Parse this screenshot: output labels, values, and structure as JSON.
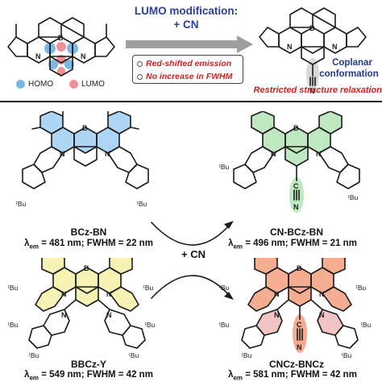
{
  "top": {
    "arrow_title": "LUMO modification:",
    "arrow_subtitle": "+ CN",
    "bullet_1": "Red-shifted emission",
    "bullet_2": "No increase in FWHM",
    "legend_homo": "HOMO",
    "legend_lumo": "LUMO",
    "coplanar_line1": "Coplanar",
    "coplanar_line2": "conformation",
    "restricted": "Restricted structure relaxation"
  },
  "middle": {
    "cn_label": "+ CN"
  },
  "atoms": {
    "b": "B",
    "n": "N",
    "c": "C",
    "tbu": "ᵗBu"
  },
  "molecules": [
    {
      "name": "BCz-BN",
      "lambda_label": "λ",
      "lambda_sub": "em",
      "data": " = 481 nm; FWHM = 22 nm"
    },
    {
      "name": "CN-BCz-BN",
      "lambda_label": "λ",
      "lambda_sub": "em",
      "data": " = 496 nm; FWHM = 21 nm"
    },
    {
      "name": "BBCz-Y",
      "lambda_label": "λ",
      "lambda_sub": "em",
      "data": " = 549 nm; FWHM = 42 nm"
    },
    {
      "name": "CNCz-BNCz",
      "lambda_label": "λ",
      "lambda_sub": "em",
      "data": " = 581 nm; FWHM = 42 nm"
    }
  ],
  "colors": {
    "homo": "#7cb8e4",
    "lumo": "#ef8f96",
    "blue_fill": "#aed5f4",
    "green_fill": "#bfe7c0",
    "yellow_fill": "#f6f2b4",
    "salmon_fill": "#f5ad92",
    "pink_fill": "#f1c4c4",
    "title_blue": "#2b3f93",
    "red_text": "#d42020",
    "navy_text": "#1f3a8a"
  }
}
